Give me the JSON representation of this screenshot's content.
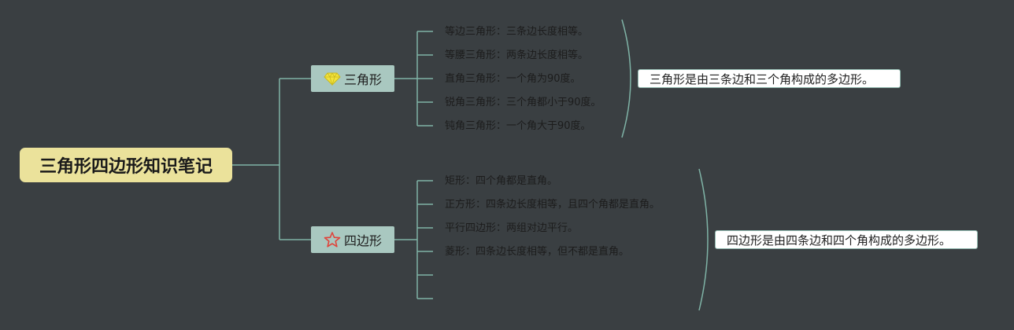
{
  "root": {
    "label": "三角形四边形知识笔记"
  },
  "branches": [
    {
      "label": "三角形",
      "icon": "diamond-icon",
      "items": [
        "等边三角形：三条边长度相等。",
        "等腰三角形：两条边长度相等。",
        "直角三角形：一个角为90度。",
        "锐角三角形：三个角都小于90度。",
        "钝角三角形：一个角大于90度。"
      ],
      "summary": "三角形是由三条边和三个角构成的多边形。"
    },
    {
      "label": "四边形",
      "icon": "star-icon",
      "items": [
        "矩形：四个角都是直角。",
        "正方形：四条边长度相等，且四个角都是直角。",
        "平行四边形：两组对边平行。",
        "菱形：四条边长度相等，但不都是直角。",
        "",
        ""
      ],
      "summary": "四边形是由四条边和四个角构成的多边形。"
    }
  ],
  "colors": {
    "background": "#3a3f42",
    "root_fill": "#ebe29b",
    "branch_fill": "#a9c8c0",
    "connector": "#7fb3a6",
    "diamond": "#f2e33c",
    "star": "#e0433a"
  }
}
